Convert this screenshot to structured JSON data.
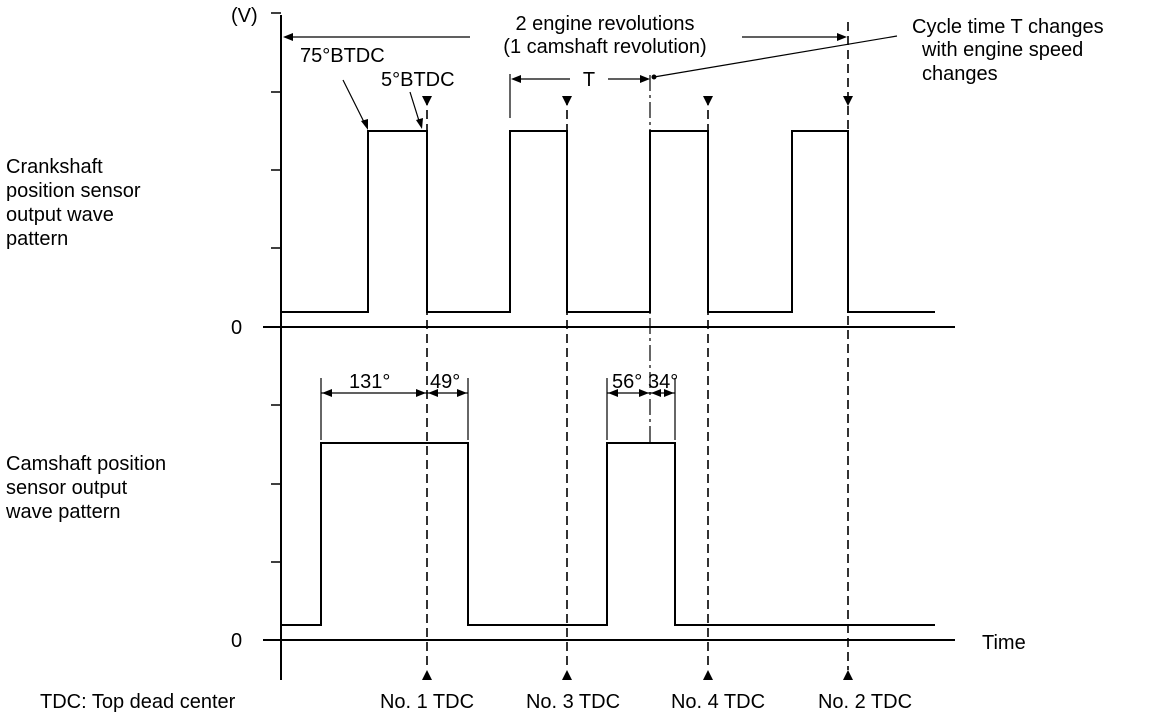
{
  "labels": {
    "unit": "(V)",
    "revolutions_line1": "2 engine revolutions",
    "revolutions_line2": "(1 camshaft revolution)",
    "btdc75": "75°BTDC",
    "btdc5": "5°BTDC",
    "period": "T",
    "cycle_line1": "Cycle time T changes",
    "cycle_line2": "with engine speed",
    "cycle_line3": "changes",
    "crank_line1": "Crankshaft",
    "crank_line2": "position sensor",
    "crank_line3": "output wave",
    "crank_line4": "pattern",
    "cam_line1": "Camshaft position",
    "cam_line2": "sensor output",
    "cam_line3": "wave pattern",
    "zero_upper": "0",
    "zero_lower": "0",
    "time_axis": "Time",
    "angle_131": "131°",
    "angle_49": "49°",
    "angle_56": "56°",
    "angle_34": "34°",
    "tdc_legend": "TDC: Top dead center",
    "tdc_no1": "No. 1 TDC",
    "tdc_no3": "No. 3 TDC",
    "tdc_no4": "No. 4 TDC",
    "tdc_no2": "No. 2 TDC"
  }
}
